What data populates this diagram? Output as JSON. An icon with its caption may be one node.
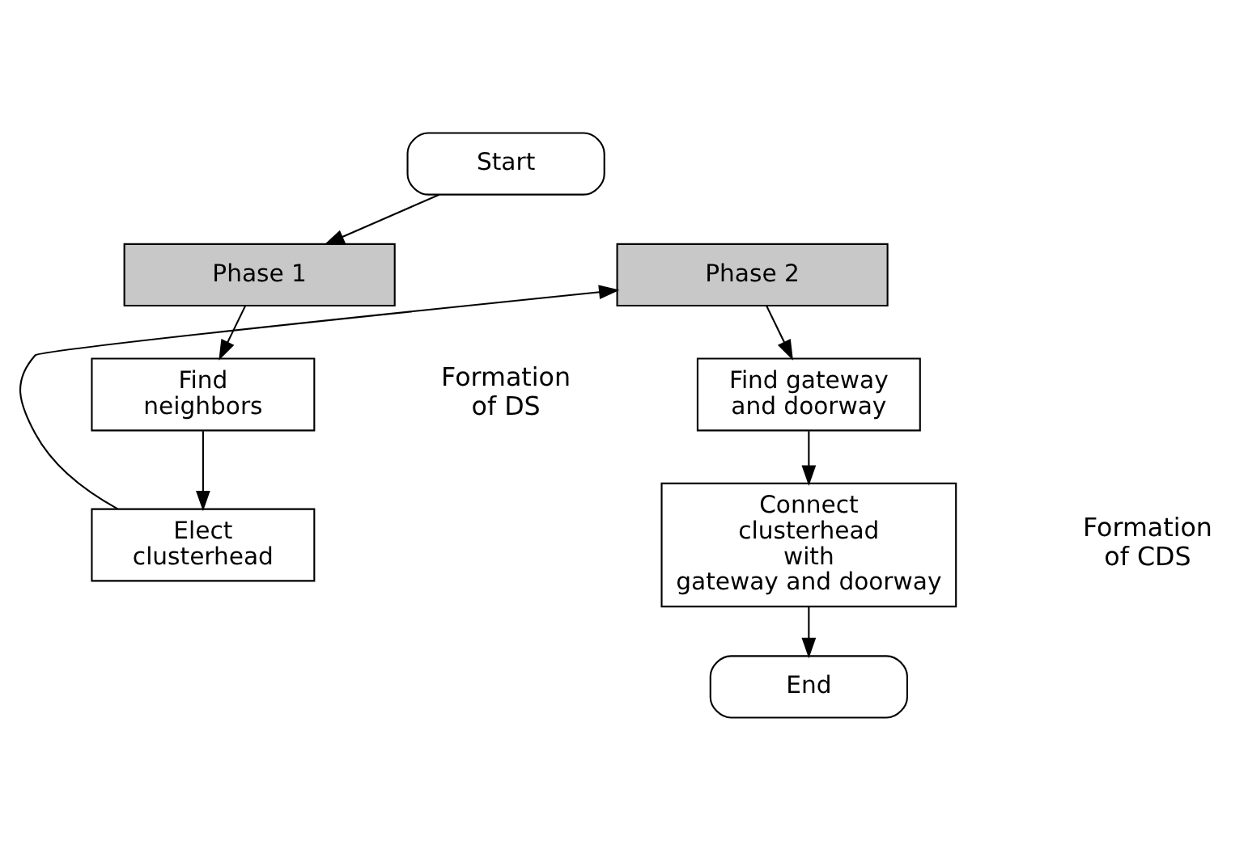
{
  "diagram": {
    "nodes": [
      {
        "text": [
          "Start"
        ]
      },
      {
        "text": [
          "Phase 1"
        ]
      },
      {
        "text": [
          "Find neighbors"
        ]
      },
      {
        "text": [
          "Elect clusterhead"
        ]
      },
      {
        "text": [
          "Phase 2"
        ]
      },
      {
        "text": [
          "Find gateway and doorway"
        ]
      },
      {
        "text": [
          "Connect clusterhead with gateway and doorway"
        ]
      },
      {
        "text": [
          "End"
        ]
      }
    ],
    "edges": [
      {
        "from": 0,
        "to": 1,
        "arrow": "to"
      },
      {
        "from": 1,
        "to": 2,
        "arrow": "to"
      },
      {
        "from": 2,
        "to": 3,
        "arrow": "to"
      },
      {
        "from": 3,
        "to": 4,
        "arrow": "to"
      },
      {
        "from": 4,
        "to": 5,
        "arrow": "to"
      },
      {
        "from": 5,
        "to": 6,
        "arrow": "to"
      },
      {
        "from": 6,
        "to": 7,
        "arrow": "to"
      }
    ],
    "labels": [
      "Formation of DS",
      "Formation of CDS"
    ]
  }
}
